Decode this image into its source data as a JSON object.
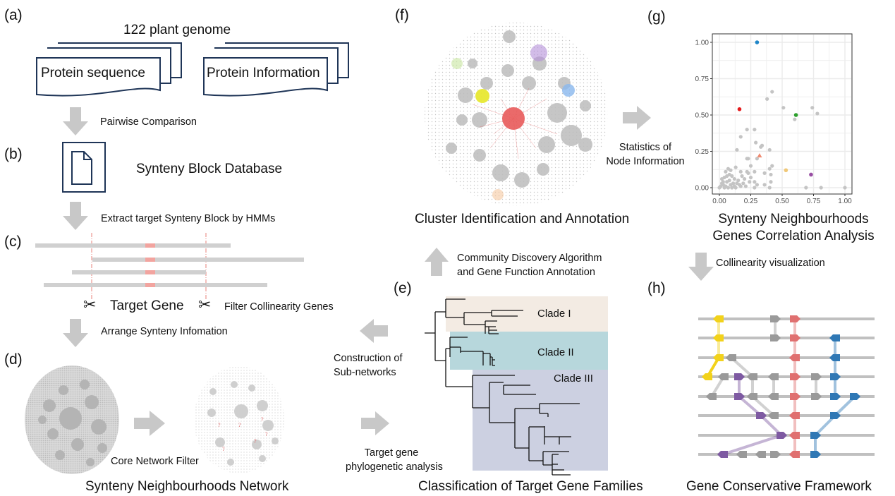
{
  "panels": {
    "a": {
      "label": "(a)",
      "title": "122 plant genome",
      "doc_left": "Protein sequence",
      "doc_right": "Protein Information"
    },
    "b": {
      "label": "(b)",
      "title": "Synteny Block Database",
      "icon": "file-document-icon"
    },
    "c": {
      "label": "(c)",
      "target_gene": "Target Gene",
      "filter_text": "Filter Collinearity Genes",
      "icon": "scissors-icon"
    },
    "d": {
      "label": "(d)",
      "step_text": "Core Network Filter",
      "title": "Synteny Neighbourhoods Network"
    },
    "e": {
      "label": "(e)",
      "title": "Classification of Target Gene Families",
      "clades": [
        {
          "name": "Clade I",
          "color": "#f3ebe3"
        },
        {
          "name": "Clade II",
          "color": "#b7d7dc"
        },
        {
          "name": "Clade III",
          "color": "#ccd0e1"
        }
      ]
    },
    "f": {
      "label": "(f)",
      "title": "Cluster Identification and Annotation",
      "cluster_colors": [
        "#e85a5a",
        "#e8e832",
        "#b48fd8",
        "#8ab8ee",
        "#c8e6a0",
        "#f5c8a0"
      ]
    },
    "g": {
      "label": "(g)",
      "title_line1": "Synteny Neighbourhoods",
      "title_line2": "Genes Correlation Analysis"
    },
    "h": {
      "label": "(h)",
      "title": "Gene Conservative Framework",
      "colors": {
        "yellow": "#f2d21b",
        "red": "#e07070",
        "blue": "#2f78b5",
        "purple": "#7e5aa2",
        "gray": "#9a9a9a"
      }
    }
  },
  "arrows": {
    "pairwise": "Pairwise Comparison",
    "extract": "Extract target Synteny Block by HMMs",
    "arrange": "Arrange Synteny Infomation",
    "phylo_line1": "Target gene",
    "phylo_line2": "phylogenetic analysis",
    "subnet_line1": "Construction of",
    "subnet_line2": "Sub-networks",
    "community_line1": "Community Discovery Algorithm",
    "community_line2": "and Gene Function Annotation",
    "stats_line1": "Statistics of",
    "stats_line2": "Node Information",
    "collinearity": "Collinearity visualization"
  },
  "chart_data": {
    "type": "scatter",
    "title": "Synteny Neighbourhoods Genes Correlation Analysis",
    "xlabel": "",
    "ylabel": "",
    "xlim": [
      0,
      1
    ],
    "ylim": [
      0,
      1
    ],
    "x_ticks": [
      "0.00",
      "0.25",
      "0.50",
      "0.75",
      "1.00"
    ],
    "y_ticks": [
      "0.00",
      "0.25",
      "0.50",
      "0.75",
      "1.00"
    ],
    "grid": true,
    "legend": "none",
    "highlighted": [
      {
        "x": 0.3,
        "y": 1.0,
        "color": "#1f86c8",
        "shape": "circle"
      },
      {
        "x": 0.16,
        "y": 0.54,
        "color": "#e41a1c",
        "shape": "circle"
      },
      {
        "x": 0.61,
        "y": 0.5,
        "color": "#2ca02c",
        "shape": "circle"
      },
      {
        "x": 0.32,
        "y": 0.22,
        "color": "#f08a70",
        "shape": "triangle"
      },
      {
        "x": 0.53,
        "y": 0.12,
        "color": "#f0c878",
        "shape": "circle"
      },
      {
        "x": 0.73,
        "y": 0.09,
        "color": "#984ea3",
        "shape": "circle"
      }
    ],
    "background_points": [
      [
        0.42,
        0.66
      ],
      [
        0.38,
        0.61
      ],
      [
        0.51,
        0.55
      ],
      [
        0.74,
        0.55
      ],
      [
        0.78,
        0.51
      ],
      [
        0.6,
        0.47
      ],
      [
        0.22,
        0.4
      ],
      [
        0.28,
        0.4
      ],
      [
        0.17,
        0.35
      ],
      [
        0.29,
        0.31
      ],
      [
        0.34,
        0.29
      ],
      [
        0.33,
        0.28
      ],
      [
        0.14,
        0.26
      ],
      [
        0.4,
        0.26
      ],
      [
        0.3,
        0.2
      ],
      [
        0.23,
        0.2
      ],
      [
        0.22,
        0.2
      ],
      [
        0.25,
        0.15
      ],
      [
        0.42,
        0.15
      ],
      [
        0.13,
        0.14
      ],
      [
        0.4,
        0.13
      ],
      [
        0.07,
        0.13
      ],
      [
        0.09,
        0.12
      ],
      [
        0.05,
        0.11
      ],
      [
        0.17,
        0.11
      ],
      [
        0.22,
        0.11
      ],
      [
        0.28,
        0.11
      ],
      [
        0.36,
        0.1
      ],
      [
        0.41,
        0.09
      ],
      [
        0.23,
        0.1
      ],
      [
        0.1,
        0.08
      ],
      [
        0.18,
        0.08
      ],
      [
        0.25,
        0.07
      ],
      [
        0.04,
        0.07
      ],
      [
        0.12,
        0.06
      ],
      [
        0.2,
        0.06
      ],
      [
        0.02,
        0.06
      ],
      [
        0.15,
        0.05
      ],
      [
        0.08,
        0.05
      ],
      [
        0.28,
        0.04
      ],
      [
        0.41,
        0.04
      ],
      [
        0.24,
        0.04
      ],
      [
        0.06,
        0.04
      ],
      [
        0.11,
        0.03
      ],
      [
        0.19,
        0.03
      ],
      [
        0.14,
        0.03
      ],
      [
        0.3,
        0.02
      ],
      [
        0.36,
        0.02
      ],
      [
        0.03,
        0.02
      ],
      [
        0.09,
        0.02
      ],
      [
        0.17,
        0.01
      ],
      [
        0.01,
        0.01
      ],
      [
        0.05,
        0.01
      ],
      [
        0.12,
        0.01
      ],
      [
        0.21,
        0.01
      ],
      [
        0.07,
        0.0
      ],
      [
        0.0,
        0.0
      ],
      [
        0.28,
        0.0
      ],
      [
        0.4,
        0.0
      ],
      [
        0.69,
        0.0
      ],
      [
        0.81,
        0.0
      ],
      [
        1.0,
        0.0
      ],
      [
        0.02,
        0.03
      ],
      [
        0.04,
        0.0
      ],
      [
        0.1,
        0.0
      ],
      [
        0.13,
        0.0
      ],
      [
        0.16,
        0.02
      ],
      [
        0.06,
        0.08
      ],
      [
        0.08,
        0.09
      ],
      [
        0.03,
        0.04
      ]
    ]
  }
}
